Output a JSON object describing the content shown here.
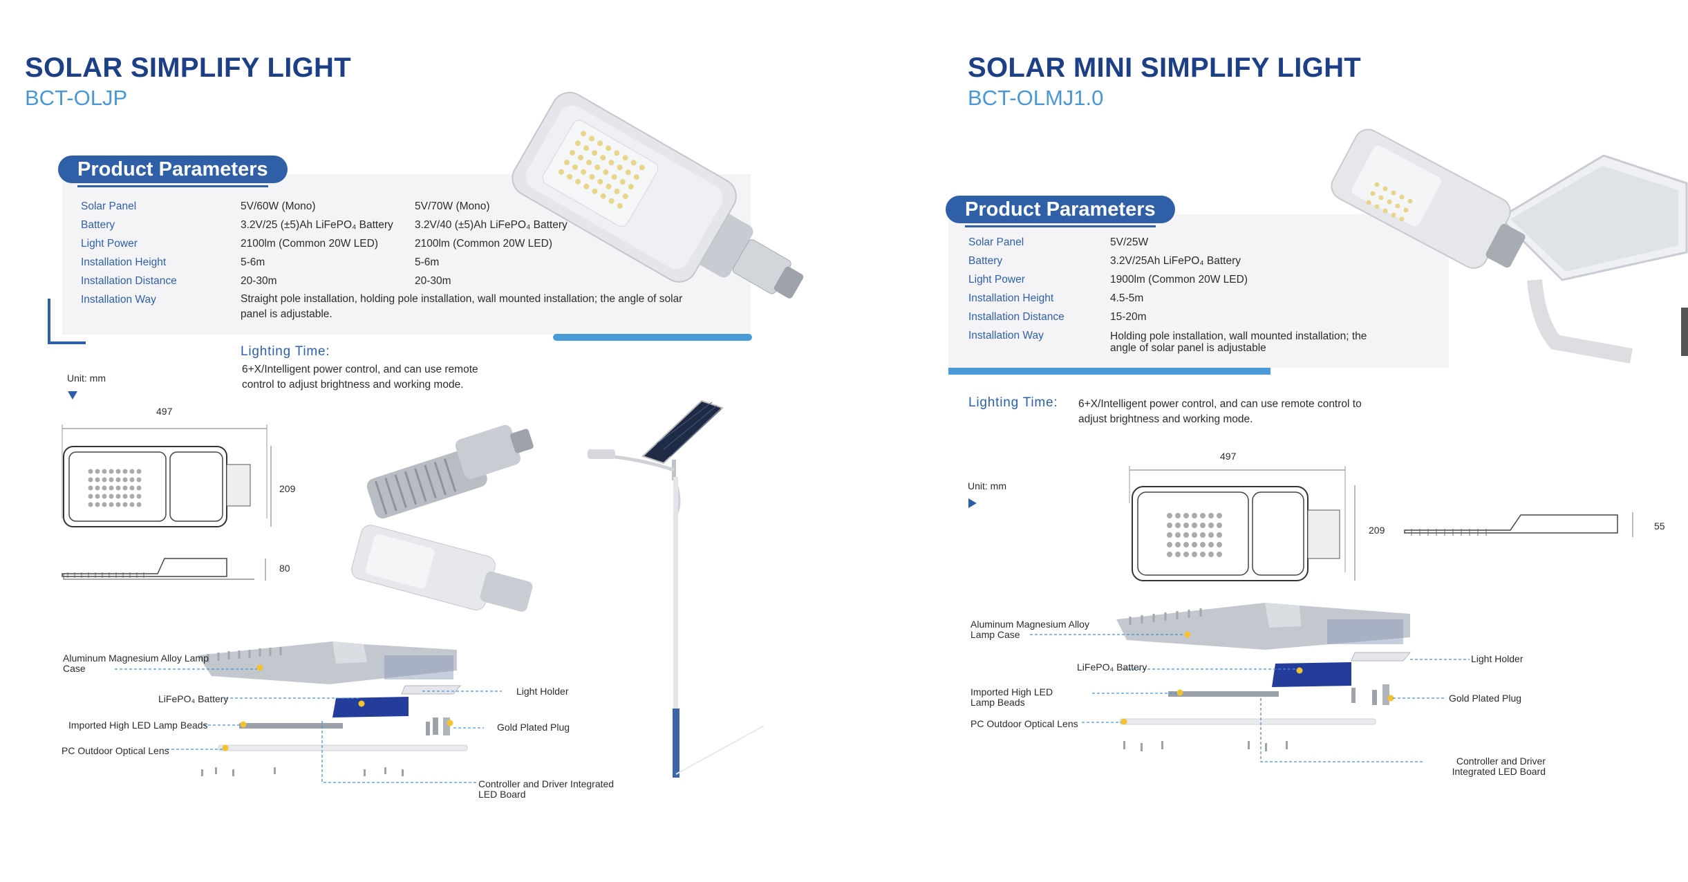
{
  "left": {
    "title": "SOLAR SIMPLIFY LIGHT",
    "model": "BCT-OLJP",
    "params_heading": "Product Parameters",
    "params": [
      {
        "label": "Solar Panel",
        "v1": "5V/60W (Mono)",
        "v2": "5V/70W (Mono)"
      },
      {
        "label": "Battery",
        "v1": "3.2V/25 (±5)Ah LiFePO₄ Battery",
        "v2": "3.2V/40 (±5)Ah LiFePO₄ Battery"
      },
      {
        "label": "Light Power",
        "v1": "2100lm (Common 20W LED)",
        "v2": "2100lm (Common 20W LED)"
      },
      {
        "label": "Installation Height",
        "v1": "5-6m",
        "v2": "5-6m"
      },
      {
        "label": "Installation Distance",
        "v1": "20-30m",
        "v2": "20-30m"
      },
      {
        "label": "Installation Way",
        "v1": "Straight pole installation, holding pole installation, wall mounted installation; the angle of solar panel is adjustable."
      }
    ],
    "lighting_time_heading": "Lighting Time:",
    "lighting_time_text": "6+X/Intelligent power control, and can use remote control to adjust brightness and working mode.",
    "unit": "Unit: mm",
    "dims": {
      "width": "497",
      "height": "209",
      "depth": "80"
    },
    "components": {
      "lamp_case": "Aluminum Magnesium Alloy Lamp Case",
      "battery": "LiFePO₄ Battery",
      "led_beads": "Imported High LED Lamp Beads",
      "lens": "PC Outdoor Optical Lens",
      "light_holder": "Light Holder",
      "plug": "Gold Plated Plug",
      "controller": "Controller and Driver Integrated LED Board"
    }
  },
  "right": {
    "title": "SOLAR MINI SIMPLIFY LIGHT",
    "model": "BCT-OLMJ1.0",
    "params_heading": "Product Parameters",
    "params": [
      {
        "label": "Solar Panel",
        "v1": "5V/25W"
      },
      {
        "label": "Battery",
        "v1": "3.2V/25Ah LiFePO₄ Battery"
      },
      {
        "label": "Light Power",
        "v1": "1900lm (Common 20W LED)"
      },
      {
        "label": "Installation Height",
        "v1": "4.5-5m"
      },
      {
        "label": "Installation Distance",
        "v1": "15-20m"
      },
      {
        "label": "Installation Way",
        "v1": "Holding pole installation, wall mounted installation; the angle of solar panel is adjustable"
      }
    ],
    "lighting_time_heading": "Lighting Time:",
    "lighting_time_text": "6+X/Intelligent power control, and can use remote control to adjust brightness and working mode.",
    "unit": "Unit: mm",
    "dims": {
      "width": "497",
      "height": "209",
      "depth": "55"
    },
    "components": {
      "lamp_case": "Aluminum Magnesium Alloy Lamp Case",
      "battery": "LiFePO₄ Battery",
      "led_beads": "Imported High LED Lamp Beads",
      "lens": "PC Outdoor Optical Lens",
      "light_holder": "Light Holder",
      "plug": "Gold Plated Plug",
      "controller": "Controller and Driver Integrated LED Board"
    }
  },
  "colors": {
    "navy": "#1d3f86",
    "accent_blue": "#4a97d4",
    "pill_blue": "#2f5fa6",
    "panel_gray": "#f4f4f6",
    "leader_blue": "#4a8fd0",
    "dot_yellow": "#f2c230",
    "battery_blue": "#243c9a"
  }
}
